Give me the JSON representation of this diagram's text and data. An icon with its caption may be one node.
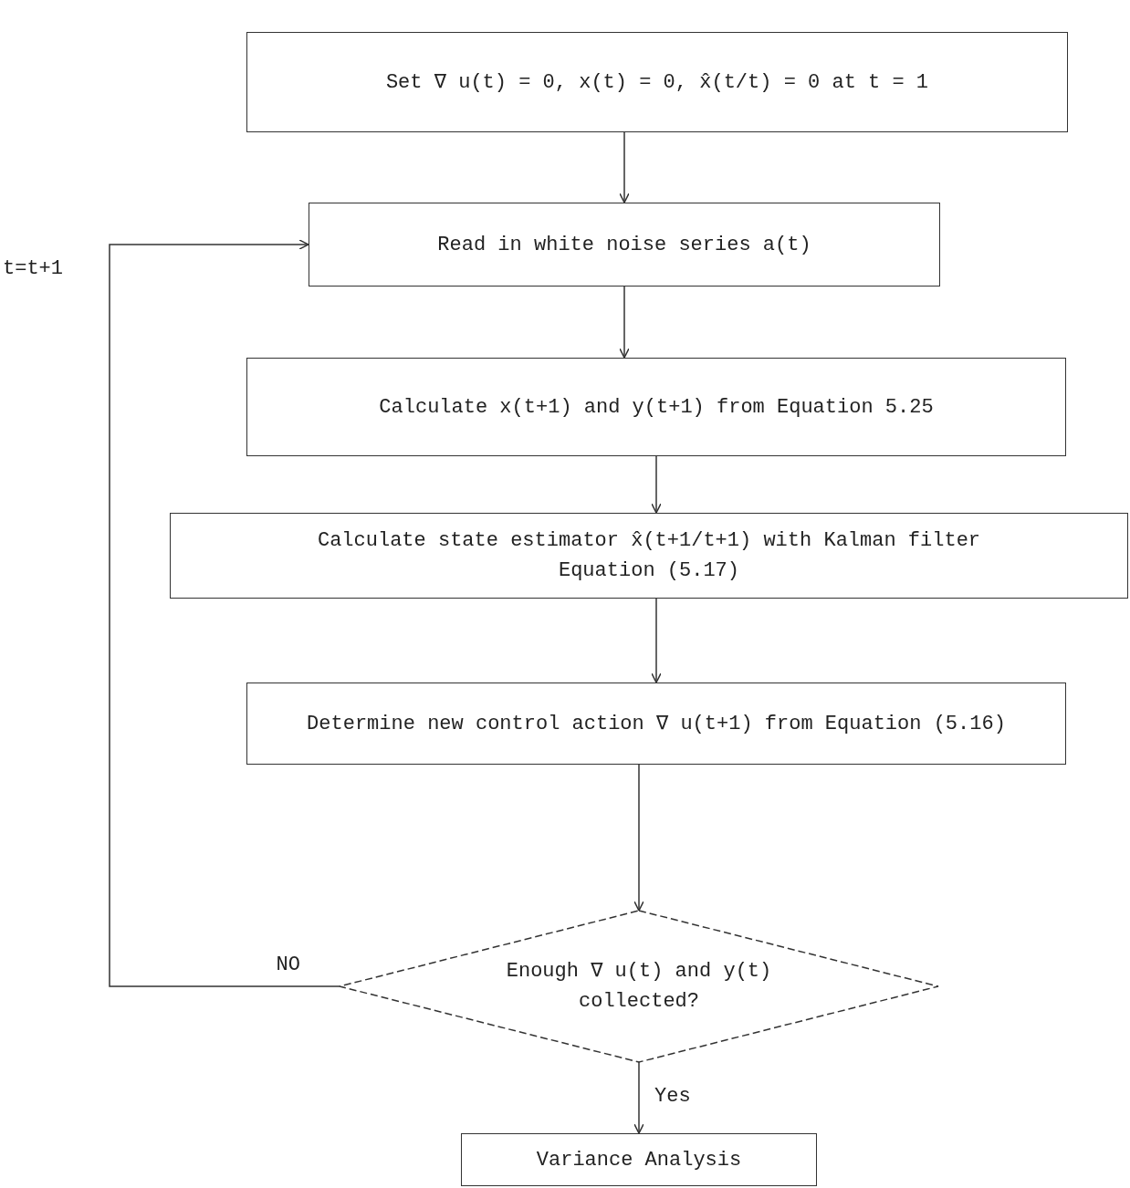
{
  "diagram": {
    "nodes": [
      {
        "text": [
          "Set ∇ u(t) = 0, x(t) = 0, x̂(t/t) = 0 at t = 1"
        ]
      },
      {
        "text": [
          "Read in white noise series a(t)"
        ]
      },
      {
        "text": [
          "Calculate x(t+1) and y(t+1) from Equation 5.25"
        ]
      },
      {
        "text": [
          "Calculate state estimator x̂(t+1/t+1) with Kalman filter Equation (5.17)"
        ]
      },
      {
        "text": [
          "Determine new control action ∇ u(t+1) from Equation (5.16)"
        ]
      },
      {
        "text": [
          "Enough ∇ u(t) and y(t) collected?"
        ]
      },
      {
        "text": [
          "Variance Analysis"
        ]
      }
    ],
    "edges": [
      {
        "from": 0,
        "to": 1,
        "arrow": "to"
      },
      {
        "from": 1,
        "to": 2,
        "arrow": "to"
      },
      {
        "from": 2,
        "to": 3,
        "arrow": "to"
      },
      {
        "from": 3,
        "to": 4,
        "arrow": "to"
      },
      {
        "from": 4,
        "to": 5,
        "arrow": "to"
      },
      {
        "from": 5,
        "to": 1,
        "arrow": "to",
        "label": "NO"
      },
      {
        "from": 5,
        "to": 6,
        "arrow": "to",
        "label": "Yes"
      }
    ],
    "labels": [
      "t=t+1"
    ]
  }
}
